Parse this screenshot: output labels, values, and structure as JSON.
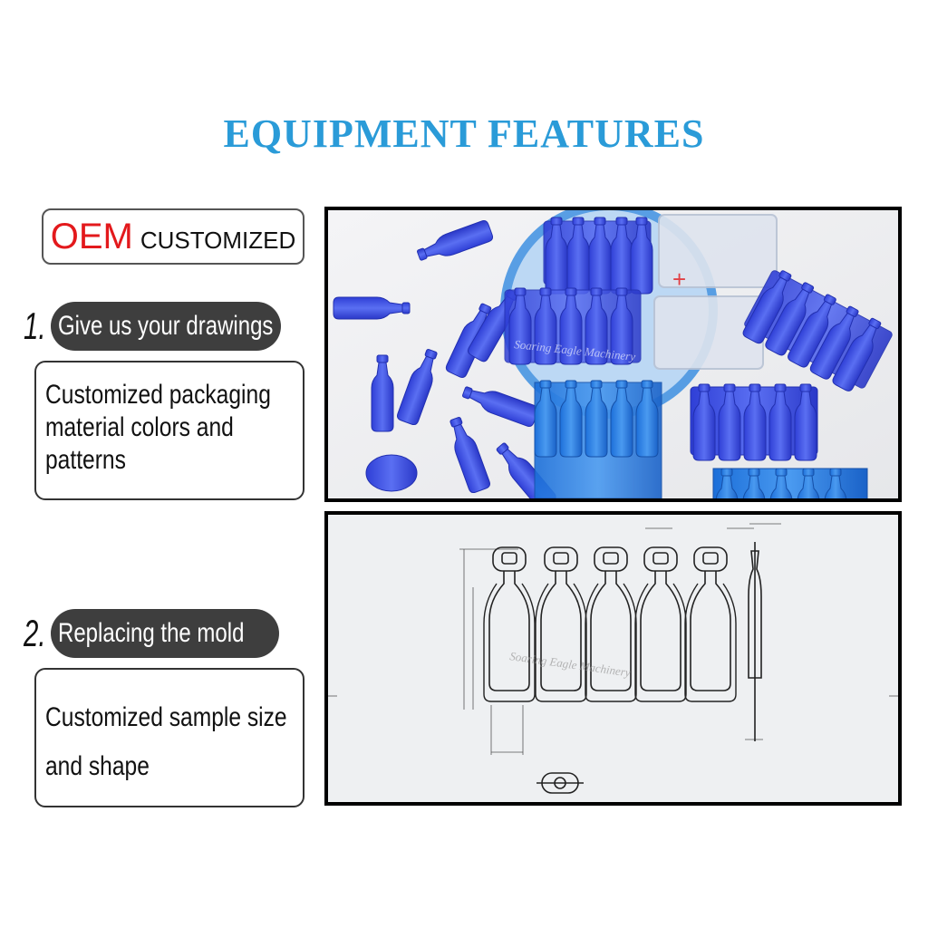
{
  "title": "EQUIPMENT FEATURES",
  "oem": {
    "red": "OEM",
    "black": "CUSTOMIZED"
  },
  "steps": [
    {
      "num": "1.",
      "label": "Give us your drawings",
      "desc": "Customized packaging material colors and patterns"
    },
    {
      "num": "2.",
      "label": "Replacing the mold",
      "desc": "Customized sample size and shape"
    }
  ],
  "watermark": "Soaring Eagle Machinery",
  "colors": {
    "title": "#2a9bd8",
    "oem_red": "#e3191c",
    "pill": "#3e3e3e",
    "product_blue": "#3a56e8"
  }
}
